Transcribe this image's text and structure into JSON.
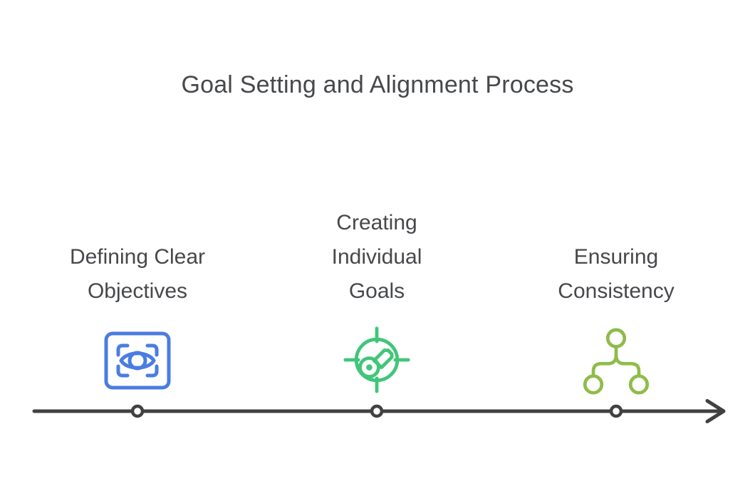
{
  "title": "Goal Setting and Alignment Process",
  "colors": {
    "text": "#46484b",
    "background": "#ffffff",
    "timeline": "#414141"
  },
  "stages": [
    {
      "label": [
        "Defining Clear",
        "Objectives"
      ],
      "icon": "eye-scan-icon",
      "color": "#4a7de2"
    },
    {
      "label": [
        "Creating",
        "Individual",
        "Goals"
      ],
      "icon": "target-key-icon",
      "color": "#41c679"
    },
    {
      "label": [
        "Ensuring",
        "Consistency"
      ],
      "icon": "hierarchy-icon",
      "color": "#8fbc4a"
    }
  ],
  "timeline": {
    "direction": "left-to-right",
    "marker_count": 3
  }
}
